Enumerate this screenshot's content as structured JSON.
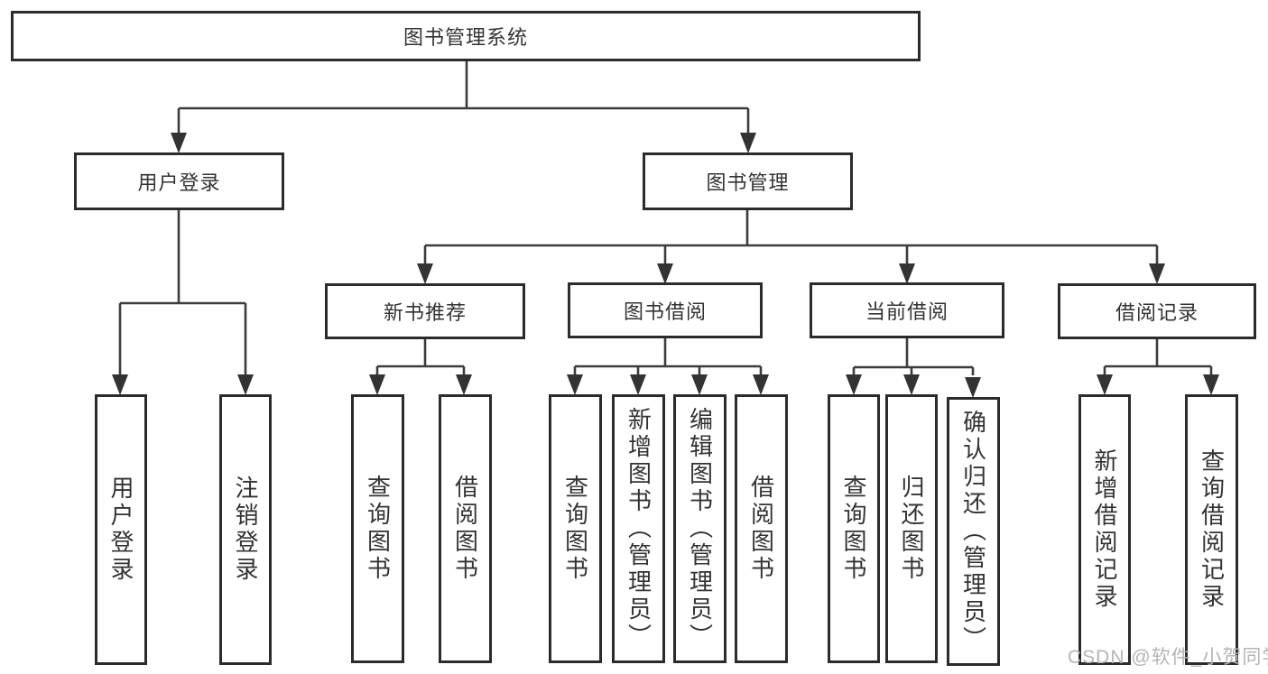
{
  "diagram": {
    "root": {
      "label": "图书管理系统"
    },
    "branches": [
      {
        "label": "用户登录",
        "children": [
          {
            "label": "用户登录"
          },
          {
            "label": "注销登录"
          }
        ]
      },
      {
        "label": "图书管理",
        "children": [
          {
            "label": "新书推荐",
            "children": [
              {
                "label": "查询图书"
              },
              {
                "label": "借阅图书"
              }
            ]
          },
          {
            "label": "图书借阅",
            "children": [
              {
                "label": "查询图书"
              },
              {
                "label": "新增图书（管理员）"
              },
              {
                "label": "编辑图书（管理员）"
              },
              {
                "label": "借阅图书"
              }
            ]
          },
          {
            "label": "当前借阅",
            "children": [
              {
                "label": "查询图书"
              },
              {
                "label": "归还图书"
              },
              {
                "label": "确认归还（管理员）"
              }
            ]
          },
          {
            "label": "借阅记录",
            "children": [
              {
                "label": "新增借阅记录"
              },
              {
                "label": "查询借阅记录"
              }
            ]
          }
        ]
      }
    ],
    "watermark": "CSDN @软件_小贺同学",
    "colors": {
      "box_border": "#2b2b2b",
      "connector_line": "#3c3c3c",
      "arrowhead": "#333333",
      "text": "#333333",
      "watermark": "#b5b5b5",
      "background": "#ffffff"
    }
  }
}
